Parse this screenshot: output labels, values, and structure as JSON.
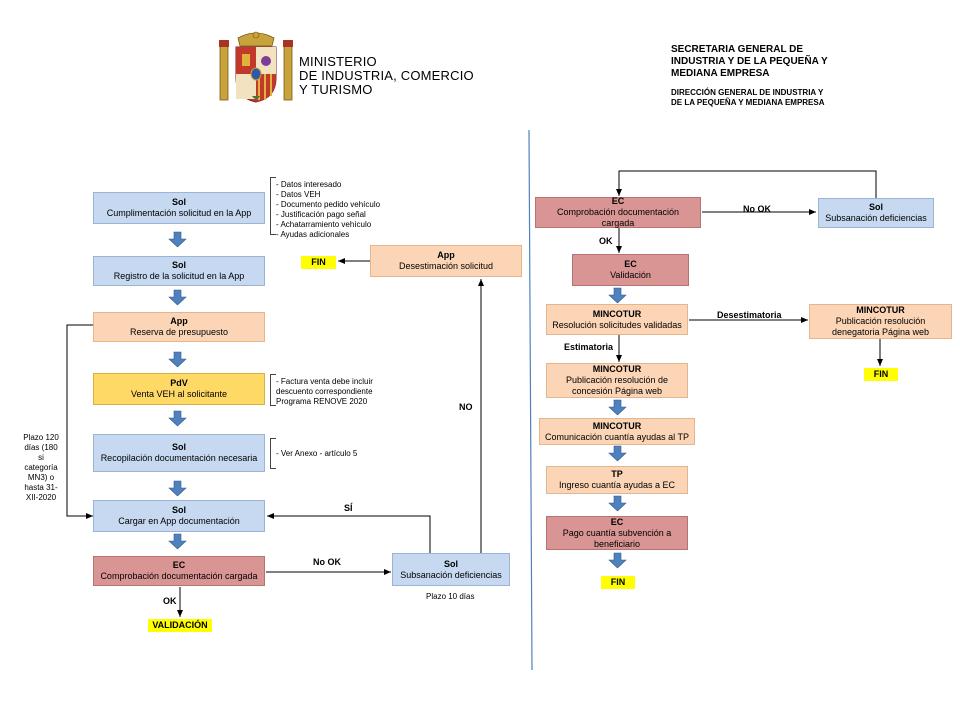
{
  "header": {
    "ministry": [
      "MINISTERIO",
      "DE INDUSTRIA, COMERCIO",
      "Y TURISMO"
    ],
    "secretaria": [
      "SECRETARIA GENERAL DE",
      "INDUSTRIA Y DE LA PEQUEÑA Y",
      "MEDIANA EMPRESA"
    ],
    "direccion": [
      "DIRECCIÓN GENERAL DE INDUSTRIA Y",
      "DE LA PEQUEÑA Y MEDIANA EMPRESA"
    ]
  },
  "left": {
    "cumplimentacion": {
      "role": "Sol",
      "text": "Cumplimentación solicitud en la App"
    },
    "registro": {
      "role": "Sol",
      "text": "Registro de la solicitud en la App"
    },
    "reserva": {
      "role": "App",
      "text": "Reserva de presupuesto"
    },
    "venta": {
      "role": "PdV",
      "text": "Venta VEH al solicitante"
    },
    "recopilacion": {
      "role": "Sol",
      "text": "Recopilación documentación necesaria"
    },
    "cargar": {
      "role": "Sol",
      "text": "Cargar en App documentación"
    },
    "comprobacion": {
      "role": "EC",
      "text": "Comprobación documentación cargada"
    },
    "subsanacion": {
      "role": "Sol",
      "text": "Subsanación deficiencias"
    },
    "desestimacion": {
      "role": "App",
      "text": "Desestimación solicitud"
    },
    "fin": "FIN",
    "validacion_tag": "VALIDACIÓN",
    "notes_datos": [
      "Datos interesado",
      "Datos VEH",
      "Documento pedido vehículo",
      "Justificación pago señal",
      "Achatarramiento vehículo",
      "Ayudas adicionales"
    ],
    "notes_factura": [
      "Factura venta debe incluir descuento correspondiente Programa RENOVE 2020"
    ],
    "notes_anexo": [
      "Ver Anexo - artículo 5"
    ],
    "plazo_120": "Plazo 120 días (180 si categoría MN3) o hasta 31-XII-2020",
    "plazo_10": "Plazo 10 días",
    "label_no_ok": "No OK",
    "label_ok": "OK",
    "label_si": "SÍ",
    "label_no": "NO"
  },
  "right": {
    "comprobacion": {
      "role": "EC",
      "text": "Comprobación documentación cargada"
    },
    "subsanacion": {
      "role": "Sol",
      "text": "Subsanación deficiencias"
    },
    "validacion": {
      "role": "EC",
      "text": "Validación"
    },
    "resolucion": {
      "role": "MINCOTUR",
      "text": "Resolución solicitudes validadas"
    },
    "pub_denegatoria": {
      "role": "MINCOTUR",
      "text": "Publicación resolución denegatoria Página web"
    },
    "pub_concesion": {
      "role": "MINCOTUR",
      "text": "Publicación resolución de concesión Página web"
    },
    "comunicacion": {
      "role": "MINCOTUR",
      "text": "Comunicación cuantía ayudas al TP"
    },
    "ingreso": {
      "role": "TP",
      "text": "Ingreso cuantía ayudas a EC"
    },
    "pago": {
      "role": "EC",
      "text": "Pago cuantía subvención a beneficiario"
    },
    "fin_denegatoria": "FIN",
    "fin_final": "FIN",
    "label_no_ok": "No OK",
    "label_ok": "OK",
    "label_desestimatoria": "Desestimatoria",
    "label_estimatoria": "Estimatoria"
  },
  "colors": {
    "blue": "#c6d9f1",
    "orange": "#fbd5b5",
    "yellow": "#ffd966",
    "red": "#d99594",
    "arrow_fill": "#4f81bd",
    "divider": "#4f81bd",
    "tag": "#ffff00"
  }
}
